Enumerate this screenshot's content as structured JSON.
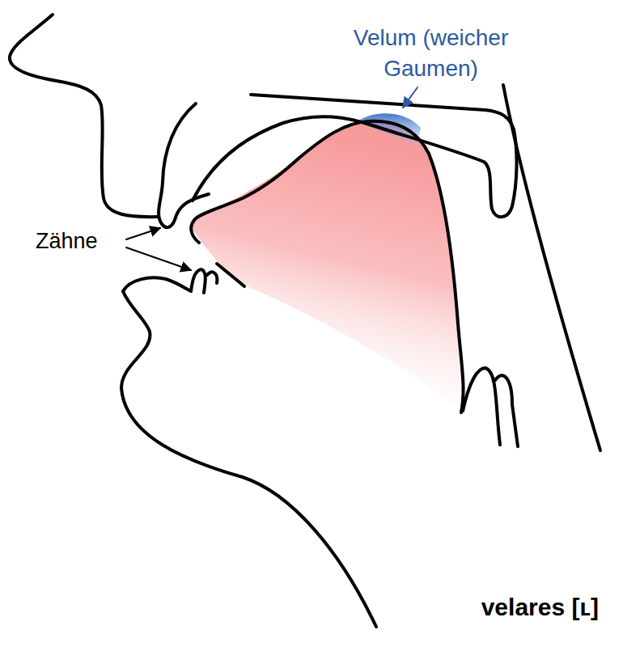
{
  "diagram": {
    "labels": [
      "Velum (weicher Gaumen)",
      "Zähne",
      "velares [ʟ]"
    ]
  }
}
